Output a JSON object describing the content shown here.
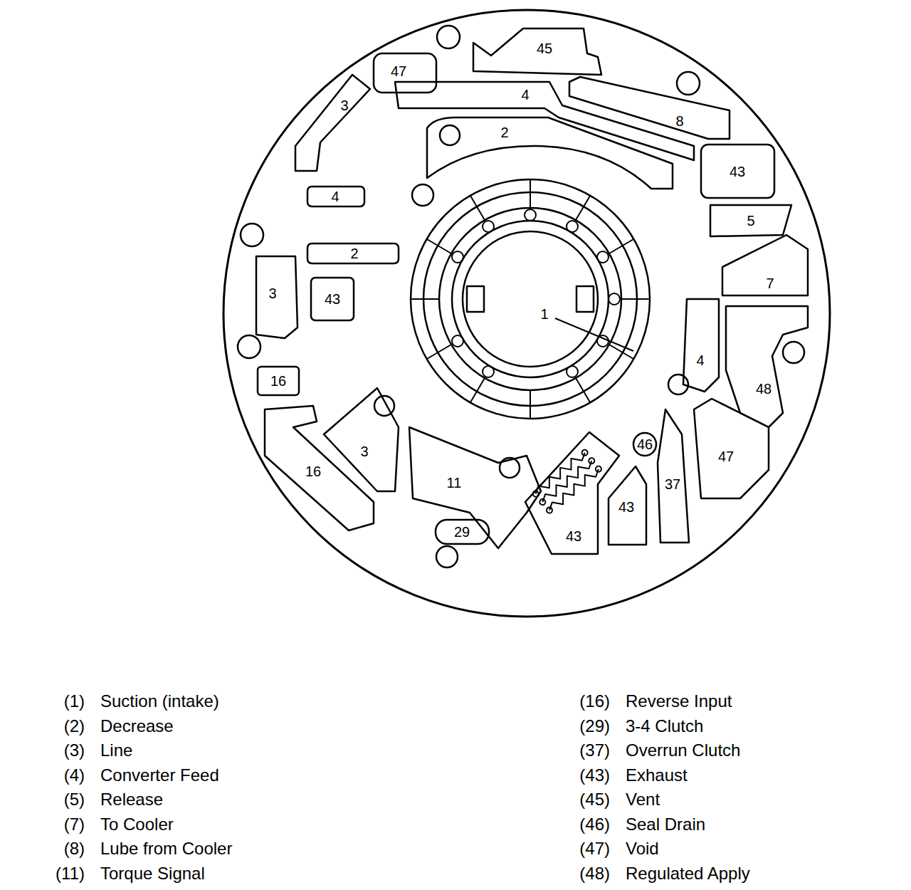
{
  "diagram": {
    "labels": [
      "45",
      "47",
      "4",
      "3",
      "8",
      "2",
      "43",
      "4",
      "5",
      "2",
      "7",
      "3",
      "43",
      "1",
      "4",
      "16",
      "48",
      "46",
      "3",
      "47",
      "16",
      "37",
      "11",
      "43",
      "29",
      "43",
      "(1)",
      "Suction (intake)",
      "(2)",
      "Decrease",
      "(3)",
      "Line",
      "(4)",
      "Converter Feed",
      "(5)",
      "Release",
      "(7)",
      "To Cooler",
      "(8)",
      "Lube from Cooler",
      "(11)",
      "Torque Signal",
      "(16)",
      "Reverse Input",
      "(29)",
      "3-4 Clutch",
      "(37)",
      "Overrun Clutch",
      "(43)",
      "Exhaust",
      "(45)",
      "Vent",
      "(46)",
      "Seal Drain",
      "(47)",
      "Void",
      "(48)",
      "Regulated Apply"
    ]
  }
}
